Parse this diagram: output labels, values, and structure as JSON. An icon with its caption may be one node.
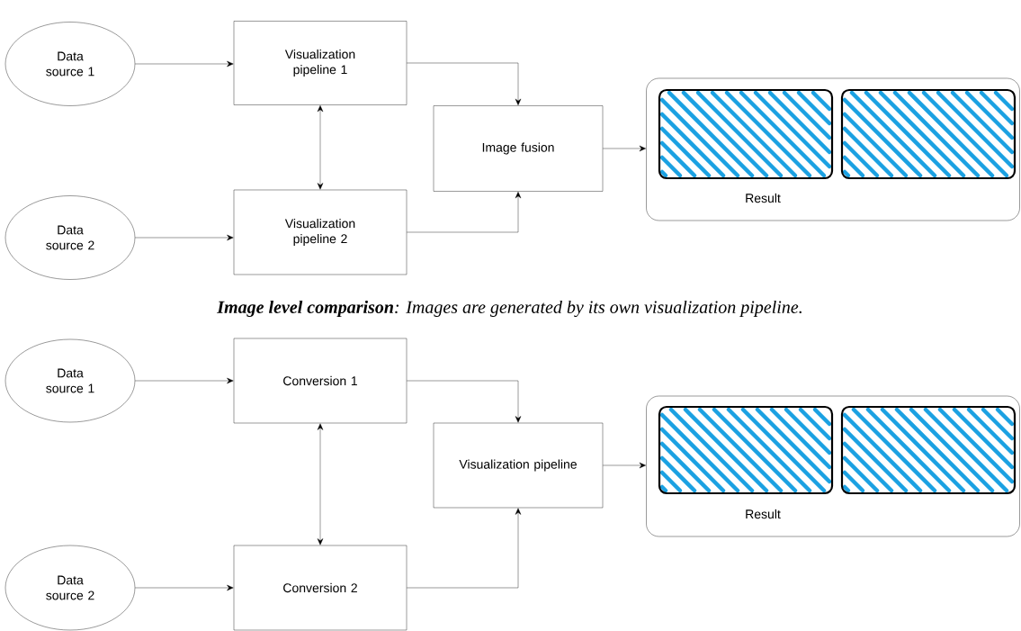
{
  "diagram": {
    "caption": "**Image level comparison**: Images are generated by its own visualization pipeline.",
    "nodes": [
      {
        "text": [
          "Data source 1"
        ]
      },
      {
        "text": [
          "Data source 2"
        ]
      },
      {
        "text": [
          "Visualization pipeline 1"
        ]
      },
      {
        "text": [
          "Visualization pipeline 2"
        ]
      },
      {
        "text": [
          "Image fusion"
        ]
      },
      {
        "text": [
          "Result"
        ]
      },
      {
        "text": [],
        "shape": "box",
        "in": 5
      },
      {
        "text": [],
        "shape": "box",
        "in": 5
      },
      {
        "text": [
          "Data source 1"
        ]
      },
      {
        "text": [
          "Data source 2"
        ]
      },
      {
        "text": [
          "Conversion 1"
        ]
      },
      {
        "text": [
          "Conversion 2"
        ]
      },
      {
        "text": [
          "Visualization pipeline"
        ]
      },
      {
        "text": [
          "Result"
        ]
      },
      {
        "text": [],
        "shape": "box",
        "in": 13
      },
      {
        "text": [],
        "shape": "box",
        "in": 13
      }
    ],
    "edges": [
      {
        "from": 0,
        "to": 2,
        "arrow": "to"
      },
      {
        "from": 1,
        "to": 3,
        "arrow": "to"
      },
      {
        "from": 2,
        "to": 3,
        "arrow": "both"
      },
      {
        "from": 2,
        "to": 4,
        "arrow": "to"
      },
      {
        "from": 3,
        "to": 4,
        "arrow": "to"
      },
      {
        "from": 4,
        "to": 5,
        "arrow": "to"
      },
      {
        "from": 8,
        "to": 10,
        "arrow": "to"
      },
      {
        "from": 9,
        "to": 11,
        "arrow": "to"
      },
      {
        "from": 10,
        "to": 11,
        "arrow": "both"
      },
      {
        "from": 10,
        "to": 12,
        "arrow": "to"
      },
      {
        "from": 11,
        "to": 12,
        "arrow": "to"
      },
      {
        "from": 12,
        "to": 13,
        "arrow": "to"
      }
    ]
  }
}
